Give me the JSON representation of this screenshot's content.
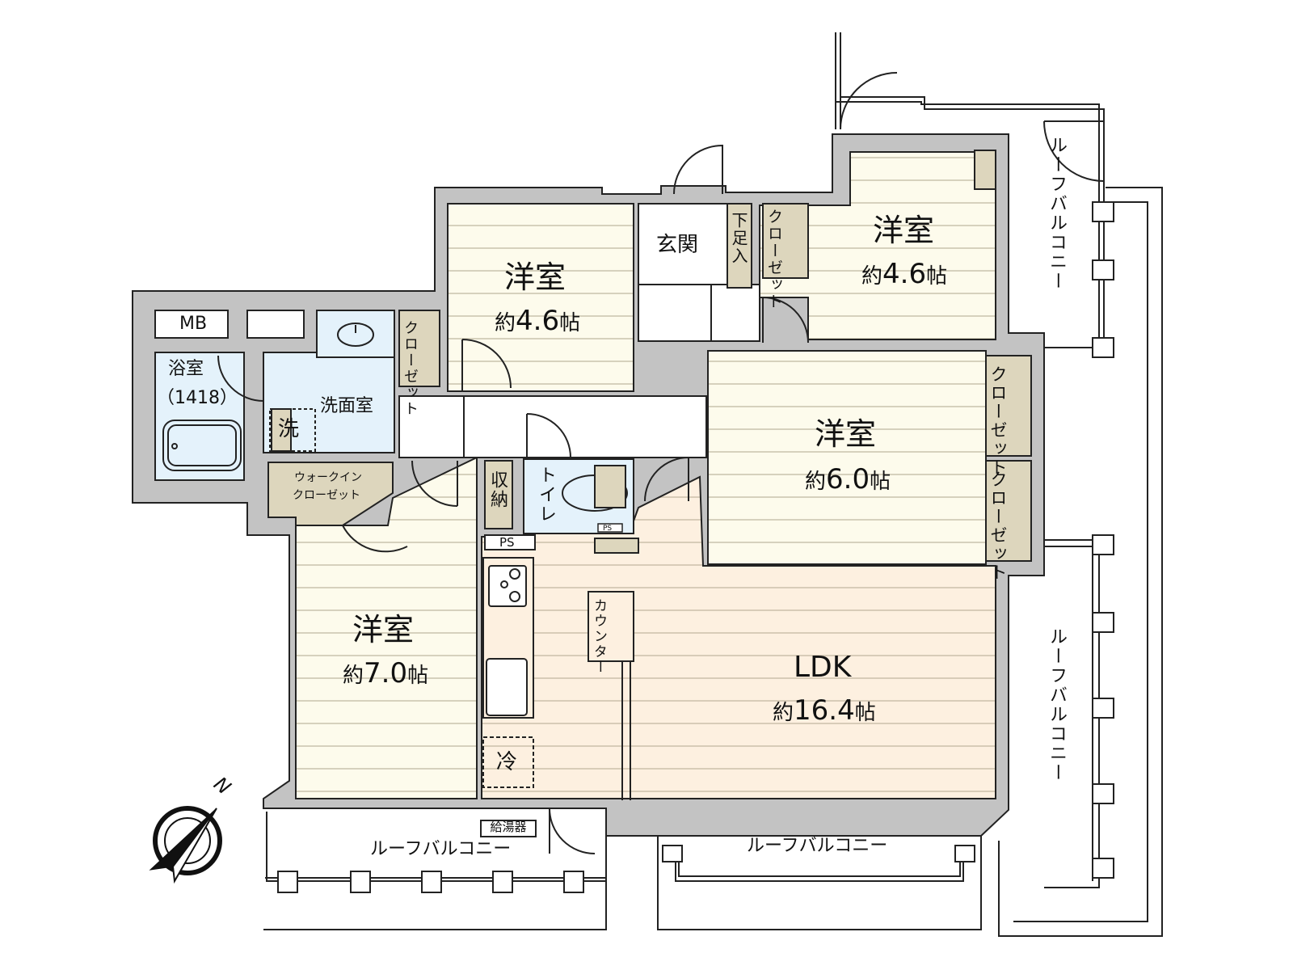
{
  "title": "間取り図",
  "colors": {
    "wall": "#c3c3c3",
    "room_floor": "#fdfbec",
    "ldk_floor": "#fdf0e0",
    "wet_area": "#e4f2fb",
    "storage": "#ddd6bd",
    "floor_line": "#cfcab6",
    "line": "#222222"
  },
  "rooms": {
    "bedroom_north_center": {
      "name": "洋室",
      "area_prefix": "約",
      "area_value": "4.6",
      "area_unit": "帖"
    },
    "bedroom_north_east": {
      "name": "洋室",
      "area_prefix": "約",
      "area_value": "4.6",
      "area_unit": "帖"
    },
    "bedroom_east": {
      "name": "洋室",
      "area_prefix": "約",
      "area_value": "6.0",
      "area_unit": "帖"
    },
    "bedroom_west": {
      "name": "洋室",
      "area_prefix": "約",
      "area_value": "7.0",
      "area_unit": "帖"
    },
    "ldk": {
      "name": "LDK",
      "area_prefix": "約",
      "area_value": "16.4",
      "area_unit": "帖"
    },
    "entrance": {
      "name": "玄関"
    },
    "bathroom": {
      "name": "浴室",
      "size": "（1418）"
    },
    "washroom": {
      "name": "洗面室"
    },
    "toilet": {
      "name": "トイレ"
    }
  },
  "fixtures": {
    "mb": "MB",
    "washer": "洗",
    "walk_in_closet": [
      "ウォークイン",
      "クローゼット"
    ],
    "closet": "クローゼット",
    "shoe_box": "下足入",
    "storage": "収納",
    "ps": "PS",
    "counter": "カウンター",
    "fridge": "冷",
    "water_heater": "給湯器"
  },
  "balconies": {
    "south_west": "ルーフバルコニー",
    "south_east": "ルーフバルコニー",
    "east_upper": "ルーフバルコニー",
    "east_lower": "ルーフバルコニー"
  },
  "compass": {
    "north_label": "N"
  }
}
